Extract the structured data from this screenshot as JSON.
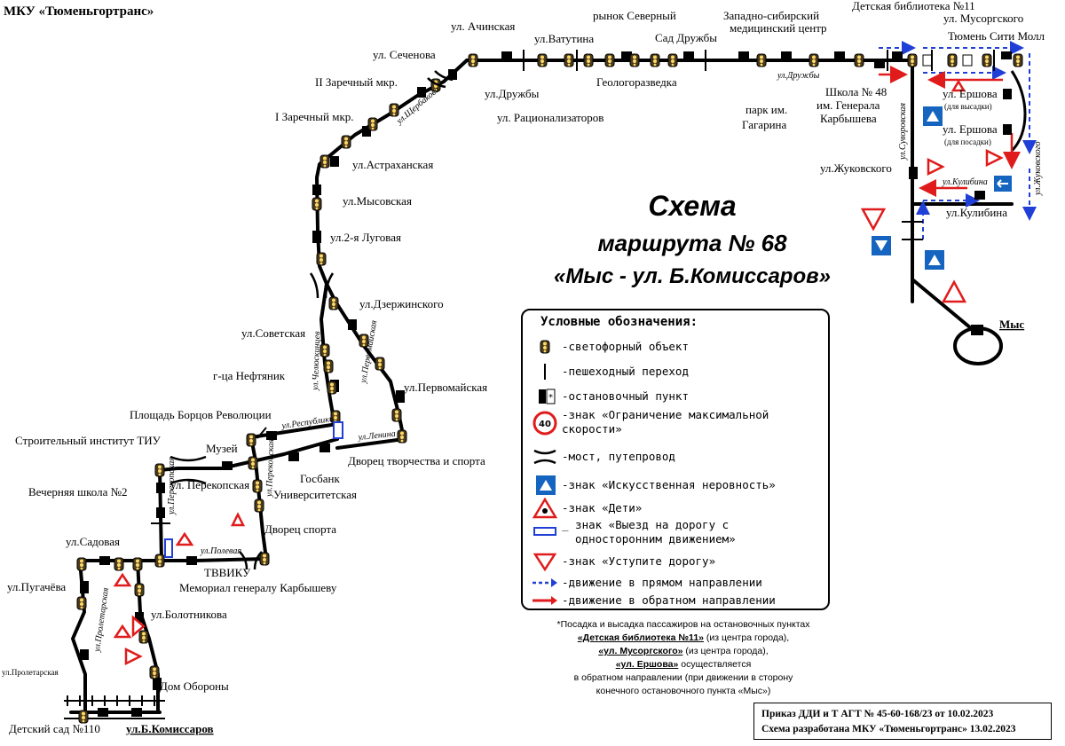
{
  "org": "МКУ «Тюменьгортранс»",
  "title": {
    "line1": "Схема",
    "line2": "маршрута № 68",
    "line3": "«Мыс - ул. Б.Комиссаров»"
  },
  "stops": {
    "achinskaya": "ул. Ачинская",
    "vatutina": "ул.Ватутина",
    "rynok": "рынок Северный",
    "sad_druzhby": "Сад Дружбы",
    "zsmc_1": "Западно-сибирский",
    "zsmc_2": "медицинский центр",
    "det_bib": "Детская библиотека №11",
    "musorgskogo": "ул. Мусоргского",
    "siti_moll": "Тюмень Сити Молл",
    "sechenova": "ул. Сеченова",
    "zarech2": "II Заречный мкр.",
    "zarech1": "I Заречный мкр.",
    "druzhby": "ул.Дружбы",
    "geolog": "Геологоразведка",
    "ratsional": "ул. Рационализаторов",
    "park1": "парк им.",
    "park2": "Гагарина",
    "shkola48_1": "Школа № 48",
    "shkola48_2": "им. Генерала",
    "shkola48_3": "Карбышева",
    "ershova1": "ул. Ершова",
    "ershova1_note": "(для высадки)",
    "ershova2": "ул. Ершова",
    "ershova2_note": "(для посадки)",
    "zhukovskogo": "ул.Жуковского",
    "kulibina": "ул.Кулибина",
    "mys": "Мыс",
    "astrakhanskaya": "ул.Астраханская",
    "mysovskaya": "ул.Мысовская",
    "lugovaya": "ул.2-я Луговая",
    "dzerzhinskogo": "ул.Дзержинского",
    "sovetskaya": "ул.Советская",
    "neftyanik": "г-ца Нефтяник",
    "pervomayskaya": "ул.Первомайская",
    "ploshchad": "Площадь Борцов Революции",
    "muzey": "Музей",
    "dvorets_tv": "Дворец творчества и спорта",
    "gosbank": "Госбанк",
    "universitet": "Университетская",
    "tiu": "Строительный институт ТИУ",
    "vech_shkola": "Вечерняя школа №2",
    "perekopskaya": "ул. Перекопская",
    "dvorets_sporta": "Дворец спорта",
    "sadovaya": "ул.Садовая",
    "tvviku": "ТВВИКУ",
    "memorial": "Мемориал генералу Карбышеву",
    "pugacheva": "ул.Пугачёва",
    "bolotnikova": "ул.Болотникова",
    "proletarskaya": "ул.Пролетарская",
    "dom_oborony": "Дом Обороны",
    "det_sad": "Детский сад №110",
    "b_komissarov": "ул.Б.Комиссаров"
  },
  "streets": {
    "druzhby": "ул.Дружбы",
    "shcherbakova": "ул.Щербакова",
    "suvorovskaya": "ул.Суворовская",
    "kulibina": "ул.Кулибина",
    "zhukovskogo": "ул.Жуковского",
    "chelyuskintsev": "ул.Челюскинцев",
    "pervomayskaya": "ул.Первомайская",
    "respubliki": "ул.Республики",
    "lenina": "ул.Ленина",
    "perekopskaya": "ул.Перекопская",
    "polevaya": "ул.Полевая",
    "proletarskaya": "ул.Пролетарская"
  },
  "legend": {
    "heading": "Условные обозначения:",
    "items": [
      "-светофорный объект",
      "-пешеходный переход",
      "-остановочный пункт",
      "-знак «Ограничение максимальной\nскорости»",
      "-мост, путепровод",
      "-знак «Искусственная неровность»",
      "-знак «Дети»",
      "_ знак «Выезд на дорогу с\n  односторонним движением»",
      "-знак «Уступите дорогу»",
      "-движение в прямом направлении",
      "-движение в обратном направлении"
    ],
    "speed_value": "40"
  },
  "note": {
    "line1": "*Посадка и высадка пассажиров на остановочных пунктах",
    "stop1": "«Детская библиотека №11»",
    "stop1_suffix": " (из центра города),",
    "stop2": "«ул. Мусоргского»",
    "stop2_suffix": " (из центра города),",
    "stop3": "«ул. Ершова»",
    "stop3_suffix": " осуществляется",
    "line5": "в обратном направлении (при движении в сторону",
    "line6": "конечного остановочного пункта «Мыс»)"
  },
  "order": {
    "line1": "Приказ ДДИ и Т АГТ № 45-60-168/23 от 10.02.2023",
    "line2": "Схема разработана МКУ «Тюменьгортранс» 13.02.2023"
  },
  "colors": {
    "route": "#000000",
    "forward": "#1f3fd6",
    "reverse": "#e01b1b",
    "sign_blue": "#1565c0",
    "sign_red": "#e01b1b",
    "signal_body": "#5a4a2a",
    "signal_light": "#ffd966"
  }
}
